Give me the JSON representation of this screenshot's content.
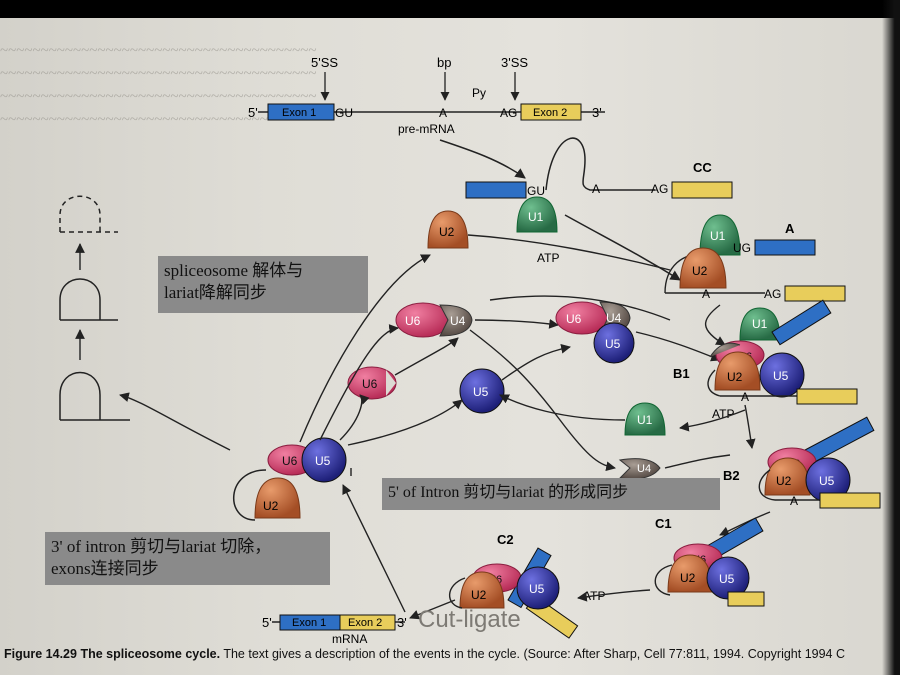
{
  "labels": {
    "ss5": "5'SS",
    "bp": "bp",
    "ss3": "3'SS",
    "py": "Py",
    "five_prime": "5'",
    "three_prime": "3'",
    "gu": "GU",
    "a": "A",
    "ag": "AG",
    "ug": "UG",
    "exon1": "Exon 1",
    "exon2": "Exon 2",
    "pre_mrna": "pre-mRNA",
    "mrna": "mRNA",
    "atp": "ATP"
  },
  "snrnps": {
    "u1": "U1",
    "u2": "U2",
    "u4": "U4",
    "u5": "U5",
    "u6": "U6"
  },
  "complexes": {
    "cc": "CC",
    "a": "A",
    "b1": "B1",
    "b2": "B2",
    "c1": "C1",
    "c2": "C2"
  },
  "callouts": {
    "disassembly_line1": "spliceosome 解体与",
    "disassembly_line2": "lariat降解同步",
    "cut_lariat": "5' of Intron   剪切与lariat 的形成同步",
    "ligate_line1": "3' of intron 剪切与lariat 切除，",
    "ligate_line2": "exons连接同步"
  },
  "overlay": {
    "cut_ligate": "Cut-ligate"
  },
  "caption": {
    "figure": "Figure 14.29",
    "title": "The spliceosome cycle.",
    "text": "The text gives a description of the events in the cycle.",
    "source": "(Source: After Sharp, Cell 77:811, 1994. Copyright 1994 C"
  },
  "colors": {
    "exon1": "#2e6fc4",
    "exon2": "#e8cd5b",
    "u1": "#3d8a5e",
    "u2": "#c86a3c",
    "u4": "#746962",
    "u5": "#2c2f96",
    "u6": "#d94a74",
    "callout_bg": "#8a8a8a"
  }
}
